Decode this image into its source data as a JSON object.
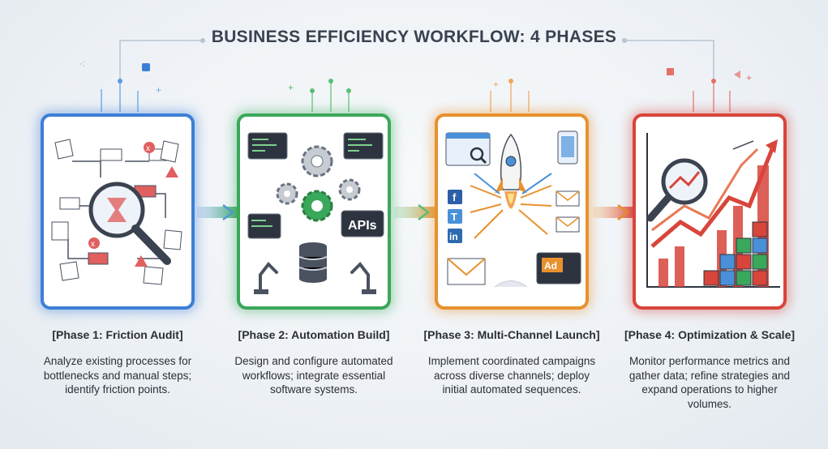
{
  "title": "BUSINESS EFFICIENCY WORKFLOW: 4 PHASES",
  "colors": {
    "phase1": "#3d7fd6",
    "phase2": "#3aa85a",
    "phase3": "#e8912e",
    "phase4": "#d8453b",
    "text": "#2b2f36"
  },
  "phases": [
    {
      "title": "[Phase 1: Friction Audit]",
      "description": "Analyze existing processes for bottlenecks and manual steps; identify friction points.",
      "icon": "magnifier-over-process-map-icon"
    },
    {
      "title": "[Phase 2: Automation Build]",
      "description": "Design and configure automated workflows; integrate essential software systems.",
      "icon": "gears-apis-database-icon",
      "label": "APIs"
    },
    {
      "title": "[Phase 3: Multi-Channel Launch]",
      "description": "Implement coordinated campaigns across diverse channels; deploy initial automated sequences.",
      "icon": "rocket-launch-channels-icon",
      "label": "Ad",
      "channels": [
        "f",
        "T",
        "in"
      ]
    },
    {
      "title": "[Phase 4: Optimization & Scale]",
      "description": "Monitor performance metrics and gather data; refine strategies and expand operations to higher volumes.",
      "icon": "growth-chart-magnifier-icon"
    }
  ]
}
